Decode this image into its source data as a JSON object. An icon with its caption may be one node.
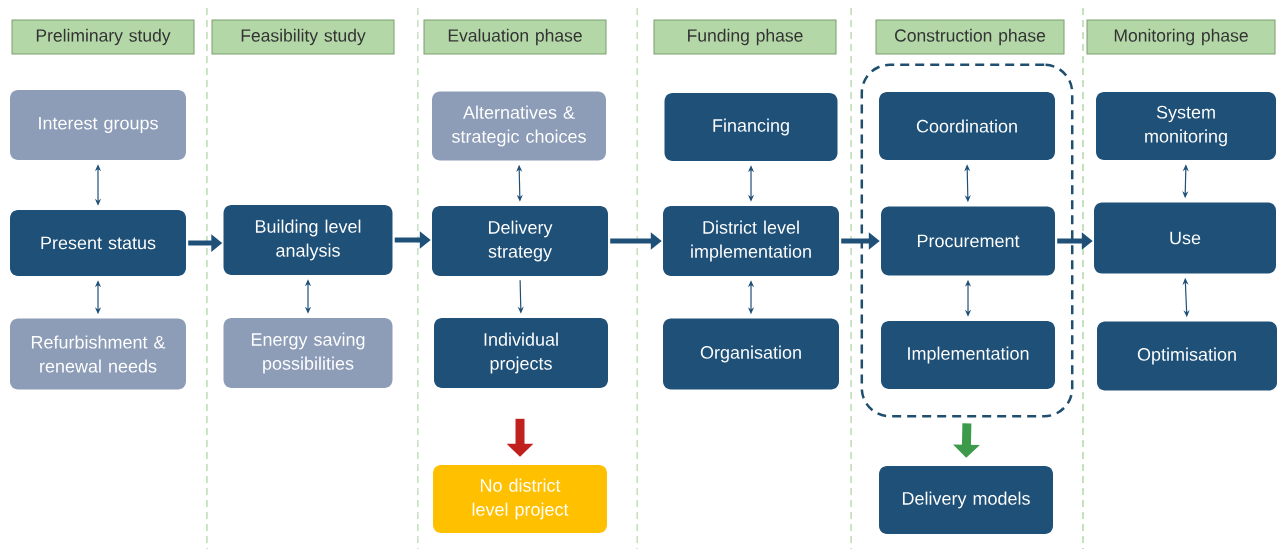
{
  "diagram": {
    "nodes": [
      {
        "text": [
          "Preliminary study"
        ]
      },
      {
        "text": [
          "Feasibility study"
        ]
      },
      {
        "text": [
          "Evaluation phase"
        ]
      },
      {
        "text": [
          "Funding phase"
        ]
      },
      {
        "text": [
          "Construction phase"
        ]
      },
      {
        "text": [
          "Monitoring phase"
        ]
      },
      {
        "text": [
          "Interest groups"
        ]
      },
      {
        "text": [
          "Present status"
        ]
      },
      {
        "text": [
          "Refurbishment & renewal needs"
        ]
      },
      {
        "text": [
          "Building level analysis"
        ]
      },
      {
        "text": [
          "Energy saving possibilities"
        ]
      },
      {
        "text": [
          "Alternatives & strategic choices"
        ]
      },
      {
        "text": [
          "Delivery strategy"
        ]
      },
      {
        "text": [
          "Individual projects"
        ]
      },
      {
        "text": [
          "No district level project"
        ]
      },
      {
        "text": [
          "Financing"
        ]
      },
      {
        "text": [
          "District level implementation"
        ]
      },
      {
        "text": [
          "Organisation"
        ]
      },
      {
        "text": [],
        "shape": "box"
      },
      {
        "text": [
          "Coordination"
        ],
        "in": 18
      },
      {
        "text": [
          "Procurement"
        ],
        "in": 18
      },
      {
        "text": [
          "Implementation"
        ],
        "in": 18
      },
      {
        "text": [
          "Delivery models"
        ]
      },
      {
        "text": [
          "System monitoring"
        ]
      },
      {
        "text": [
          "Use"
        ]
      },
      {
        "text": [
          "Optimisation"
        ]
      }
    ],
    "edges": [
      {
        "from": 6,
        "to": 7,
        "arrow": "both"
      },
      {
        "from": 7,
        "to": 8,
        "arrow": "both"
      },
      {
        "from": 7,
        "to": 9,
        "arrow": "to",
        "style": "thick"
      },
      {
        "from": 9,
        "to": 10,
        "arrow": "both"
      },
      {
        "from": 9,
        "to": 12,
        "arrow": "to",
        "style": "thick"
      },
      {
        "from": 11,
        "to": 12,
        "arrow": "both"
      },
      {
        "from": 12,
        "to": 13,
        "arrow": "to"
      },
      {
        "from": null,
        "to": 14,
        "arrow": "to",
        "style": "thick",
        "color": "#c0201e"
      },
      {
        "from": 12,
        "to": 16,
        "arrow": "to",
        "style": "thick"
      },
      {
        "from": 15,
        "to": 16,
        "arrow": "both"
      },
      {
        "from": 16,
        "to": 17,
        "arrow": "both"
      },
      {
        "from": 16,
        "to": 20,
        "arrow": "to",
        "style": "thick"
      },
      {
        "from": 19,
        "to": 20,
        "arrow": "both"
      },
      {
        "from": 20,
        "to": 21,
        "arrow": "both"
      },
      {
        "from": 18,
        "to": 22,
        "arrow": "to",
        "style": "thick",
        "color": "#3d9a4a"
      },
      {
        "from": 20,
        "to": 24,
        "arrow": "to",
        "style": "thick"
      },
      {
        "from": 23,
        "to": 24,
        "arrow": "both"
      },
      {
        "from": 24,
        "to": 25,
        "arrow": "both"
      }
    ]
  }
}
